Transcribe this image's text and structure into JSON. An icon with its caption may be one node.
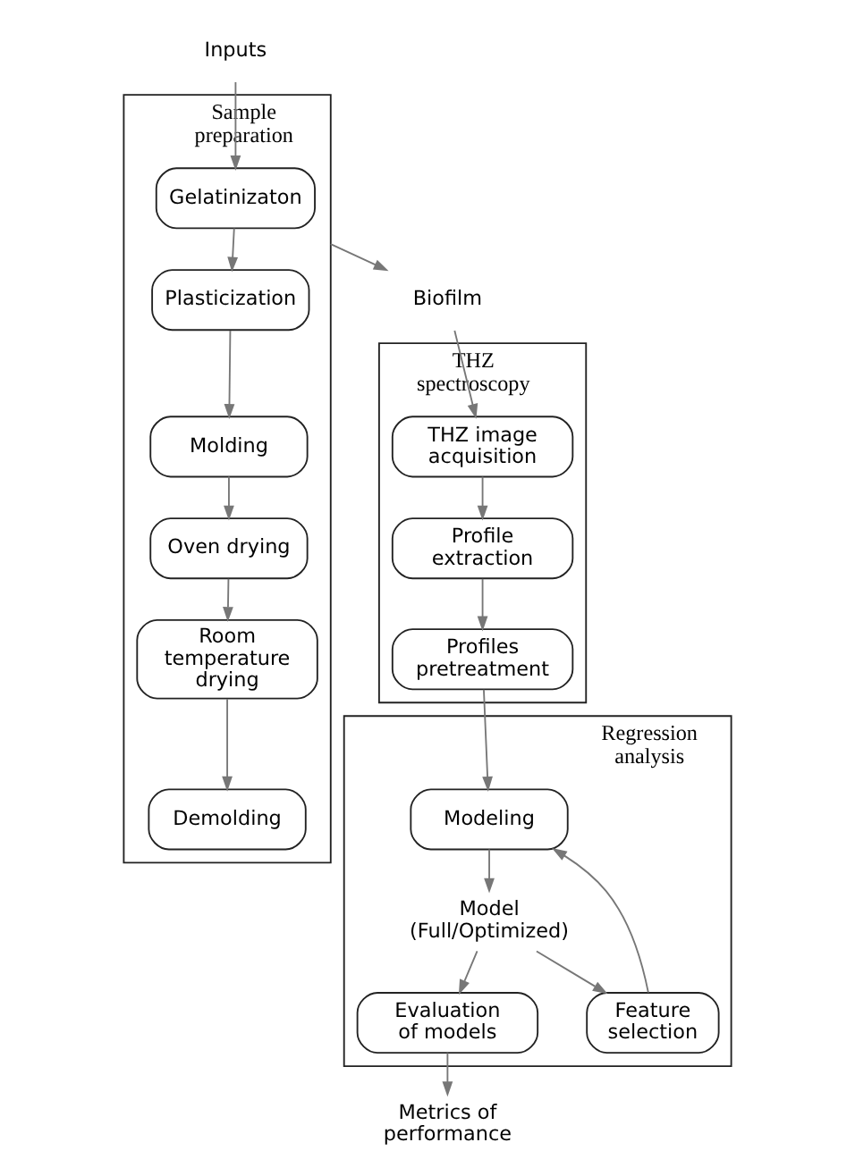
{
  "diagram": {
    "nodes": [
      {
        "text": [
          "Inputs"
        ]
      },
      {
        "text": [
          "Sample preparation"
        ]
      },
      {
        "text": [
          "Gelatinizaton"
        ],
        "in": 1
      },
      {
        "text": [
          "Plasticization"
        ],
        "in": 1
      },
      {
        "text": [
          "Molding"
        ],
        "in": 1
      },
      {
        "text": [
          "Oven drying"
        ],
        "in": 1
      },
      {
        "text": [
          "Room temperature drying"
        ],
        "in": 1
      },
      {
        "text": [
          "Demolding"
        ],
        "in": 1
      },
      {
        "text": [
          "Biofilm"
        ]
      },
      {
        "text": [
          "THZ spectroscopy"
        ]
      },
      {
        "text": [
          "THZ image acquisition"
        ],
        "in": 9
      },
      {
        "text": [
          "Profile extraction"
        ],
        "in": 9
      },
      {
        "text": [
          "Profiles pretreatment"
        ],
        "in": 9
      },
      {
        "text": [
          "Regression analysis"
        ]
      },
      {
        "text": [
          "Modeling"
        ],
        "in": 13
      },
      {
        "text": [
          "Model (Full/Optimized)"
        ],
        "in": 13
      },
      {
        "text": [
          "Feature selection"
        ],
        "in": 13
      },
      {
        "text": [
          "Evaluation of models"
        ],
        "in": 13
      },
      {
        "text": [
          "Metrics of performance"
        ]
      }
    ],
    "edges": [
      {
        "from": 0,
        "to": 2,
        "arrow": "to"
      },
      {
        "from": 2,
        "to": 3,
        "arrow": "to"
      },
      {
        "from": 3,
        "to": 4,
        "arrow": "to"
      },
      {
        "from": 4,
        "to": 5,
        "arrow": "to"
      },
      {
        "from": 5,
        "to": 6,
        "arrow": "to"
      },
      {
        "from": 6,
        "to": 7,
        "arrow": "to"
      },
      {
        "from": 1,
        "to": 8,
        "arrow": "to"
      },
      {
        "from": 8,
        "to": 10,
        "arrow": "to"
      },
      {
        "from": 10,
        "to": 11,
        "arrow": "to"
      },
      {
        "from": 11,
        "to": 12,
        "arrow": "to"
      },
      {
        "from": 12,
        "to": 14,
        "arrow": "to"
      },
      {
        "from": 14,
        "to": 15,
        "arrow": "to"
      },
      {
        "from": 15,
        "to": 16,
        "arrow": "to"
      },
      {
        "from": 16,
        "to": 14,
        "arrow": "to"
      },
      {
        "from": 15,
        "to": 17,
        "arrow": "to"
      },
      {
        "from": 17,
        "to": 18,
        "arrow": "to"
      }
    ]
  }
}
